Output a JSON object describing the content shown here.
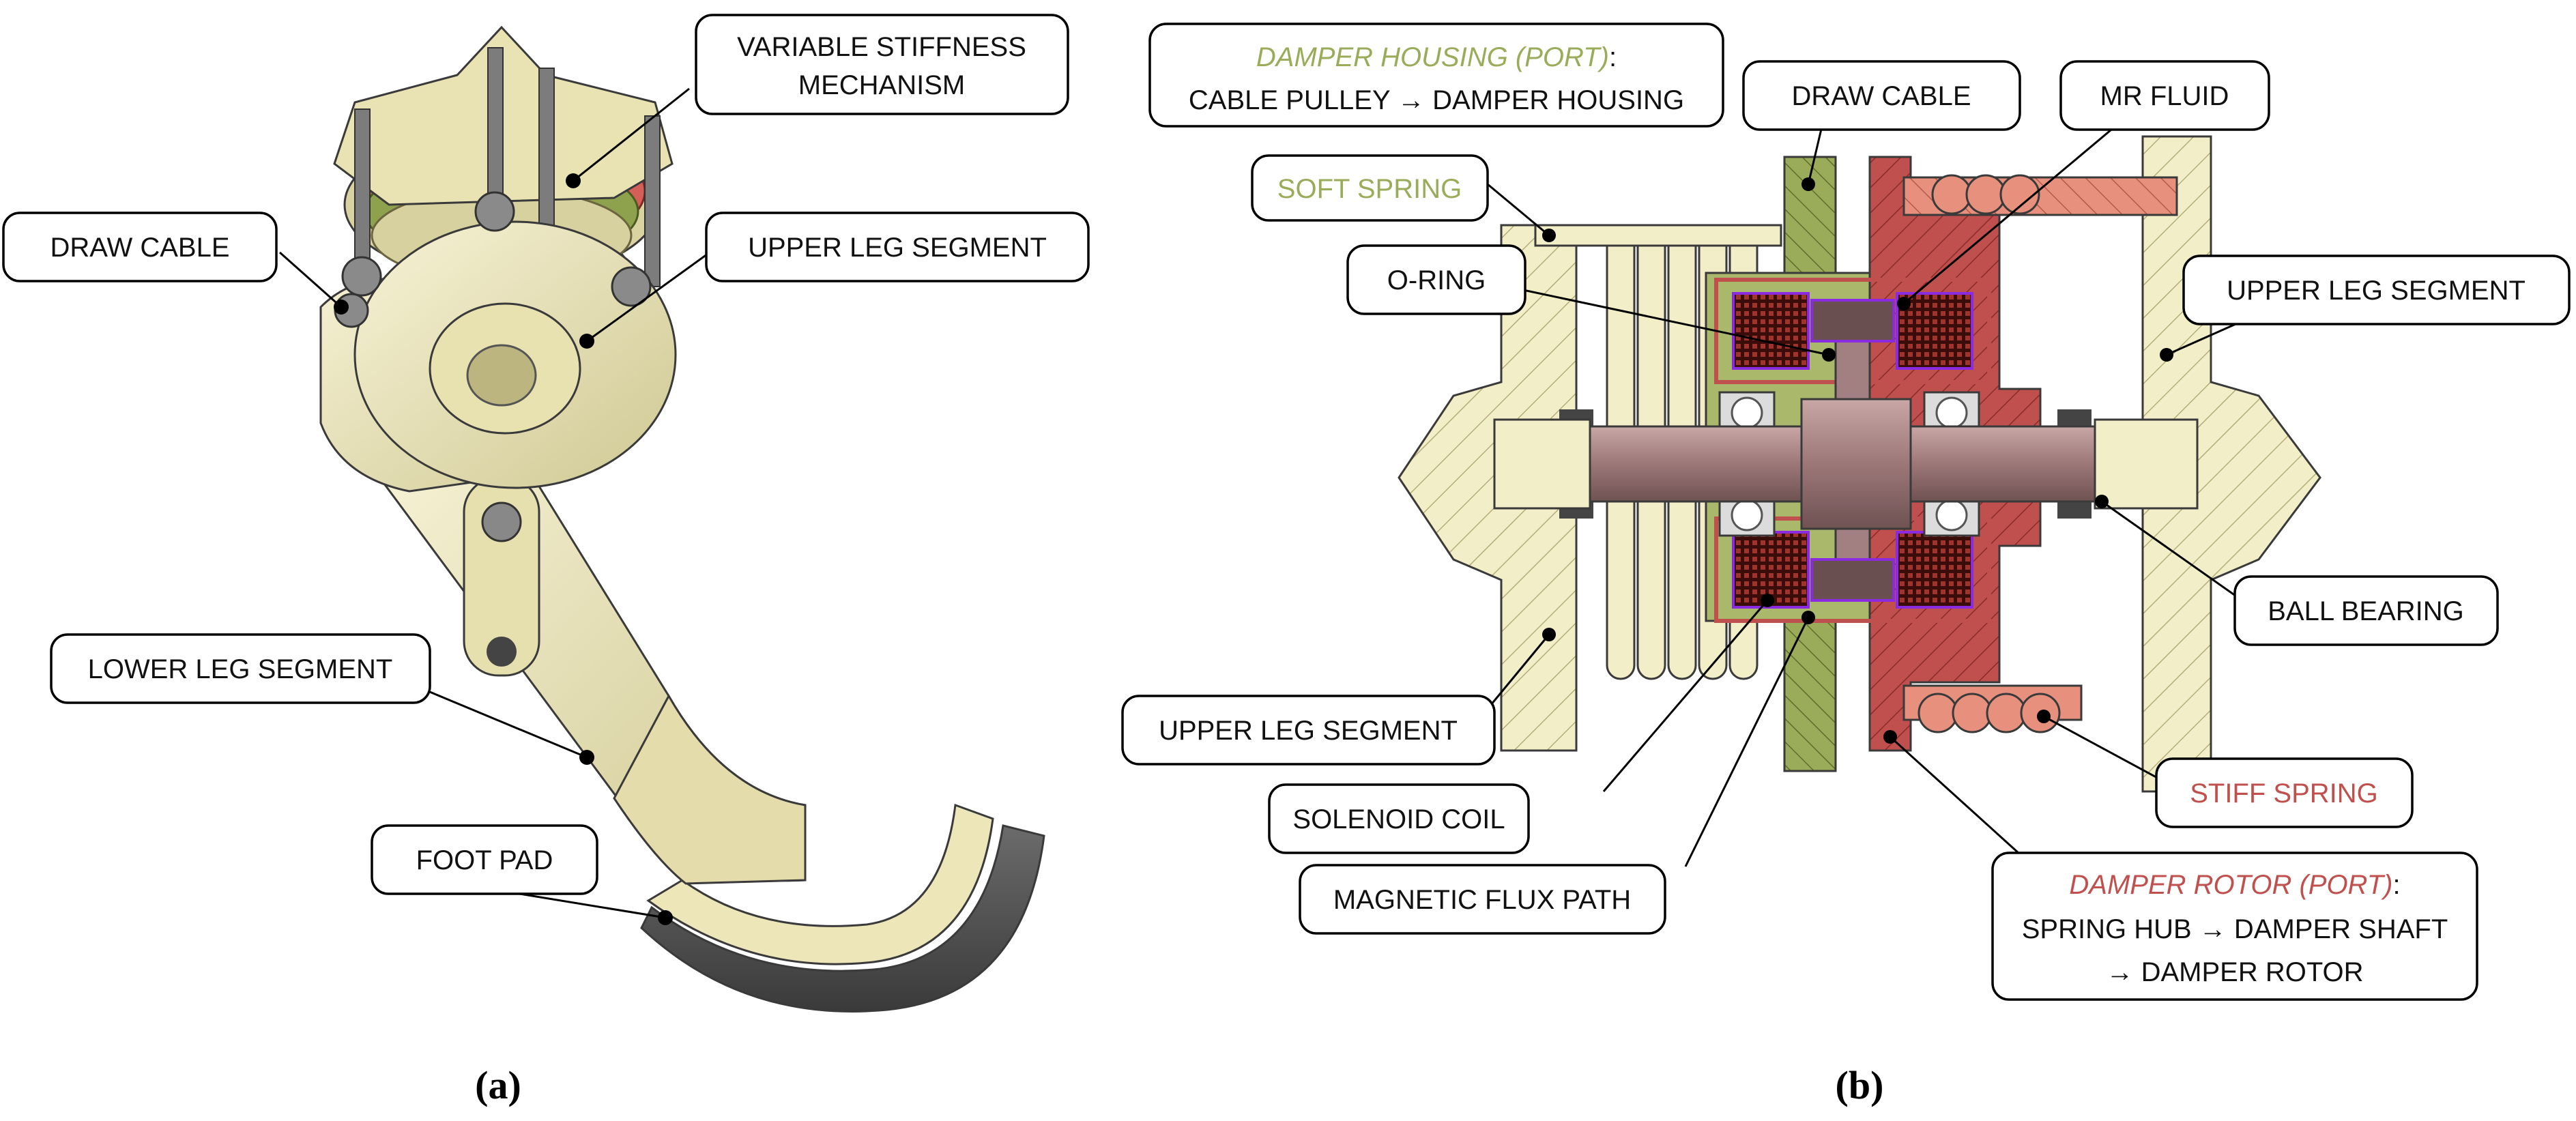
{
  "colors": {
    "housing_green": "#9aab5a",
    "housing_green_light": "#bccb7c",
    "rotor_red": "#c0504d",
    "rotor_red_light": "#e8907e",
    "body_cream": "#f2eec8",
    "body_cream_dark": "#d7d1a0",
    "shaft_mauve": "#a27f80",
    "coil_dark": "#5a1410",
    "flux_purple": "#8a2be2",
    "text_green": "#9aab5a",
    "text_red": "#c0504d"
  },
  "panel_a": {
    "caption": "(a)",
    "labels": {
      "variable_stiffness": [
        "VARIABLE STIFFNESS",
        "MECHANISM"
      ],
      "draw_cable": "DRAW CABLE",
      "upper_leg_segment": "UPPER LEG SEGMENT",
      "lower_leg_segment": "LOWER LEG SEGMENT",
      "foot_pad": "FOOT PAD"
    }
  },
  "panel_b": {
    "caption": "(b)",
    "labels": {
      "damper_housing_title": "DAMPER HOUSING (PORT)",
      "damper_housing_colon": ":",
      "damper_housing_line2": "CABLE PULLEY → DAMPER HOUSING",
      "draw_cable": "DRAW CABLE",
      "mr_fluid": "MR FLUID",
      "soft_spring": "SOFT SPRING",
      "o_ring": "O-RING",
      "upper_leg_segment_right": "UPPER LEG SEGMENT",
      "ball_bearing": "BALL BEARING",
      "upper_leg_segment_left": "UPPER LEG SEGMENT",
      "stiff_spring": "STIFF SPRING",
      "solenoid_coil": "SOLENOID COIL",
      "magnetic_flux_path": "MAGNETIC FLUX PATH",
      "damper_rotor_title": "DAMPER ROTOR (PORT)",
      "damper_rotor_colon": ":",
      "damper_rotor_line2": "SPRING HUB → DAMPER SHAFT",
      "damper_rotor_line3": "→ DAMPER ROTOR"
    }
  }
}
